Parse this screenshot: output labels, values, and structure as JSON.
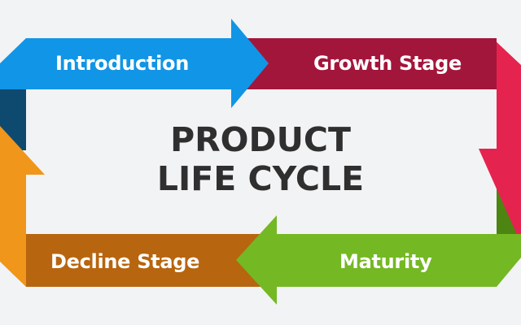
{
  "title": {
    "line1": "PRODUCT",
    "line2": "LIFE CYCLE"
  },
  "stages": [
    {
      "id": "introduction",
      "label": "Introduction",
      "color": "#1195e6"
    },
    {
      "id": "growth",
      "label": "Growth Stage",
      "color": "#a3163b"
    },
    {
      "id": "maturity",
      "label": "Maturity",
      "color": "#74b823"
    },
    {
      "id": "decline",
      "label": "Decline Stage",
      "color": "#b7650f"
    }
  ],
  "accent_colors": {
    "growth_turn": "#e5234f",
    "maturity_turn": "#4d8512",
    "decline_turn": "#f0961b",
    "introduction_turn": "#0e4a70",
    "text": "#2f2f2f",
    "background": "#f2f3f4"
  }
}
